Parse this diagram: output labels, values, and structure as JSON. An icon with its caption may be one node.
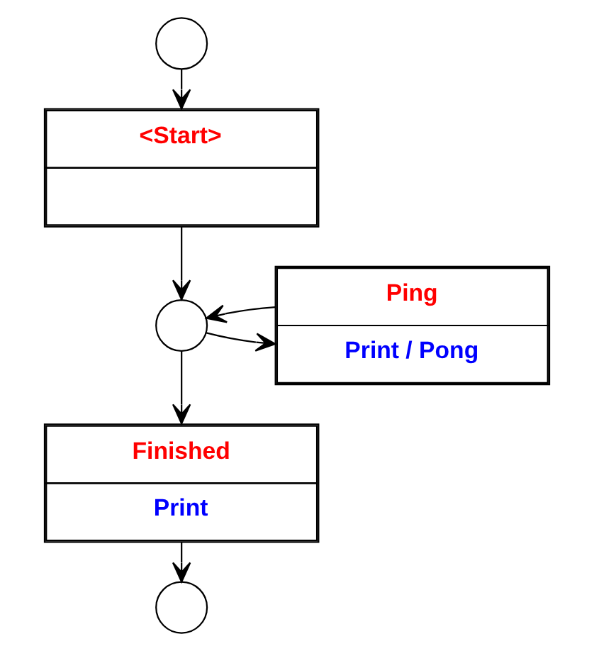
{
  "diagram": {
    "nodes": [
      {
        "text": [],
        "shape": "circle"
      },
      {
        "text": [
          "<Start>"
        ]
      },
      {
        "text": [],
        "shape": "circle"
      },
      {
        "text": [
          "Ping",
          "Print / Pong"
        ]
      },
      {
        "text": [
          "Finished",
          "Print"
        ]
      },
      {
        "text": [],
        "shape": "circle"
      }
    ],
    "edges": [
      {
        "from": 0,
        "to": 1,
        "arrow": "to"
      },
      {
        "from": 1,
        "to": 2,
        "arrow": "to"
      },
      {
        "from": 2,
        "to": 3,
        "arrow": "to"
      },
      {
        "from": 3,
        "to": 2,
        "arrow": "to"
      },
      {
        "from": 2,
        "to": 4,
        "arrow": "to"
      },
      {
        "from": 4,
        "to": 5,
        "arrow": "to"
      }
    ]
  }
}
